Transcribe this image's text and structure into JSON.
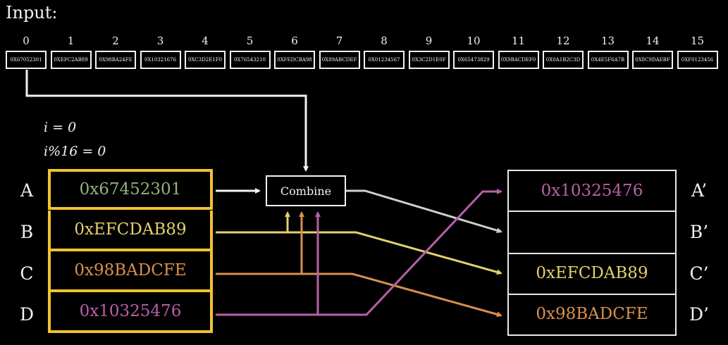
{
  "input": {
    "title": "Input:",
    "indices": [
      "0",
      "1",
      "2",
      "3",
      "4",
      "5",
      "6",
      "7",
      "8",
      "9",
      "10",
      "11",
      "12",
      "13",
      "14",
      "15"
    ],
    "words": [
      "0X67052301",
      "0XEFC2AB89",
      "0X98BA24FE",
      "0X10321676",
      "0XC3D2E1F0",
      "0X76543210",
      "0XFEDCBA98",
      "0X89ABCDEF",
      "0X01234567",
      "0X3C2D1E0F",
      "0X65473829",
      "0X9BACDEF0",
      "0X0A1B2C3D",
      "0X4E5F6A7B",
      "0X8C9DAEBF",
      "0XF0123456"
    ]
  },
  "counters": {
    "i_label": "i = 0",
    "mod_label": "i%16 = 0"
  },
  "combine_label": "Combine",
  "left_registers": [
    {
      "label": "A",
      "value": "0x67452301",
      "color": "#98b27c"
    },
    {
      "label": "B",
      "value": "0xEFCDAB89",
      "color": "#e4d06c"
    },
    {
      "label": "C",
      "value": "0x98BADCFE",
      "color": "#d9904c"
    },
    {
      "label": "D",
      "value": "0x10325476",
      "color": "#b761a7"
    }
  ],
  "right_registers": [
    {
      "label": "A’",
      "value": "0x10325476",
      "color": "#b761a7"
    },
    {
      "label": "B’",
      "value": "",
      "color": "#f2f2f2"
    },
    {
      "label": "C’",
      "value": "0xEFCDAB89",
      "color": "#e4d06c"
    },
    {
      "label": "D’",
      "value": "0x98BADCFE",
      "color": "#d9904c"
    }
  ],
  "colors": {
    "white": "#f2f2f2",
    "gold_border": "#f1c232",
    "yellow": "#e4d06c",
    "orange": "#d9904c",
    "pink": "#b761a7",
    "background": "#000000"
  }
}
